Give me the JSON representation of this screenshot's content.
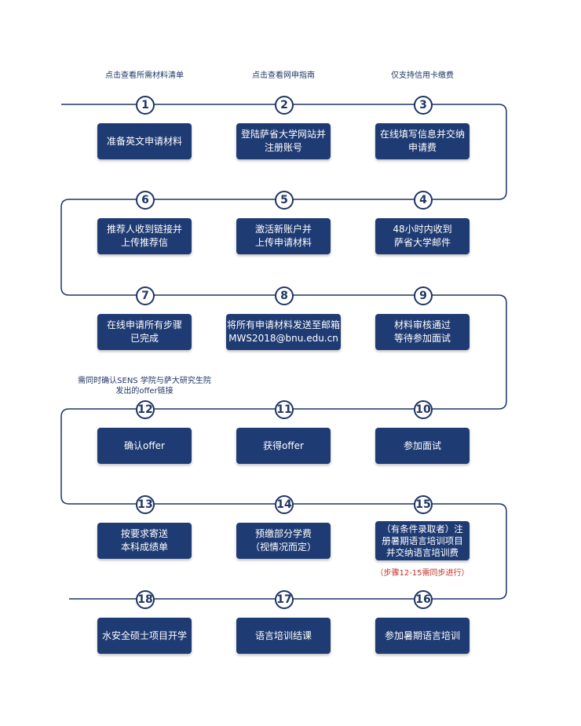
{
  "top_links": {
    "l1": "点击查看所需材料清单",
    "l2": "点击查看网申指南",
    "l3": "仅支持信用卡缴费"
  },
  "steps": [
    {
      "n": "1",
      "label": "准备英文申请材料"
    },
    {
      "n": "2",
      "label": "登陆萨省大学网站并\n注册账号"
    },
    {
      "n": "3",
      "label": "在线填写信息并交纳\n申请费"
    },
    {
      "n": "4",
      "label": "48小时内收到\n萨省大学邮件"
    },
    {
      "n": "5",
      "label": "激活新账户并\n上传申请材料"
    },
    {
      "n": "6",
      "label": "推荐人收到链接并\n上传推荐信"
    },
    {
      "n": "7",
      "label": "在线申请所有步骤\n已完成"
    },
    {
      "n": "8",
      "label": "将所有申请材料发送至邮箱\nMWS2018@bnu.edu.cn"
    },
    {
      "n": "9",
      "label": "材料审核通过\n等待参加面试"
    },
    {
      "n": "10",
      "label": "参加面试"
    },
    {
      "n": "11",
      "label": "获得offer"
    },
    {
      "n": "12",
      "label": "确认offer"
    },
    {
      "n": "13",
      "label": "按要求寄送\n本科成绩单"
    },
    {
      "n": "14",
      "label": "预缴部分学费\n（视情况而定）"
    },
    {
      "n": "15",
      "label": "（有条件录取者）注\n册暑期语言培训项目\n并交纳语言培训费"
    },
    {
      "n": "16",
      "label": "参加暑期语言培训"
    },
    {
      "n": "17",
      "label": "语言培训结课"
    },
    {
      "n": "18",
      "label": "水安全硕士项目开学"
    }
  ],
  "notes": {
    "step12": "需同时确认SENS 学院与萨大研究生院\n发出的offer链接",
    "step15": "（步骤12-15需同步进行）"
  },
  "colors": {
    "line": "#1f3564",
    "box": "#1f3b73",
    "note": "#c0312b"
  }
}
